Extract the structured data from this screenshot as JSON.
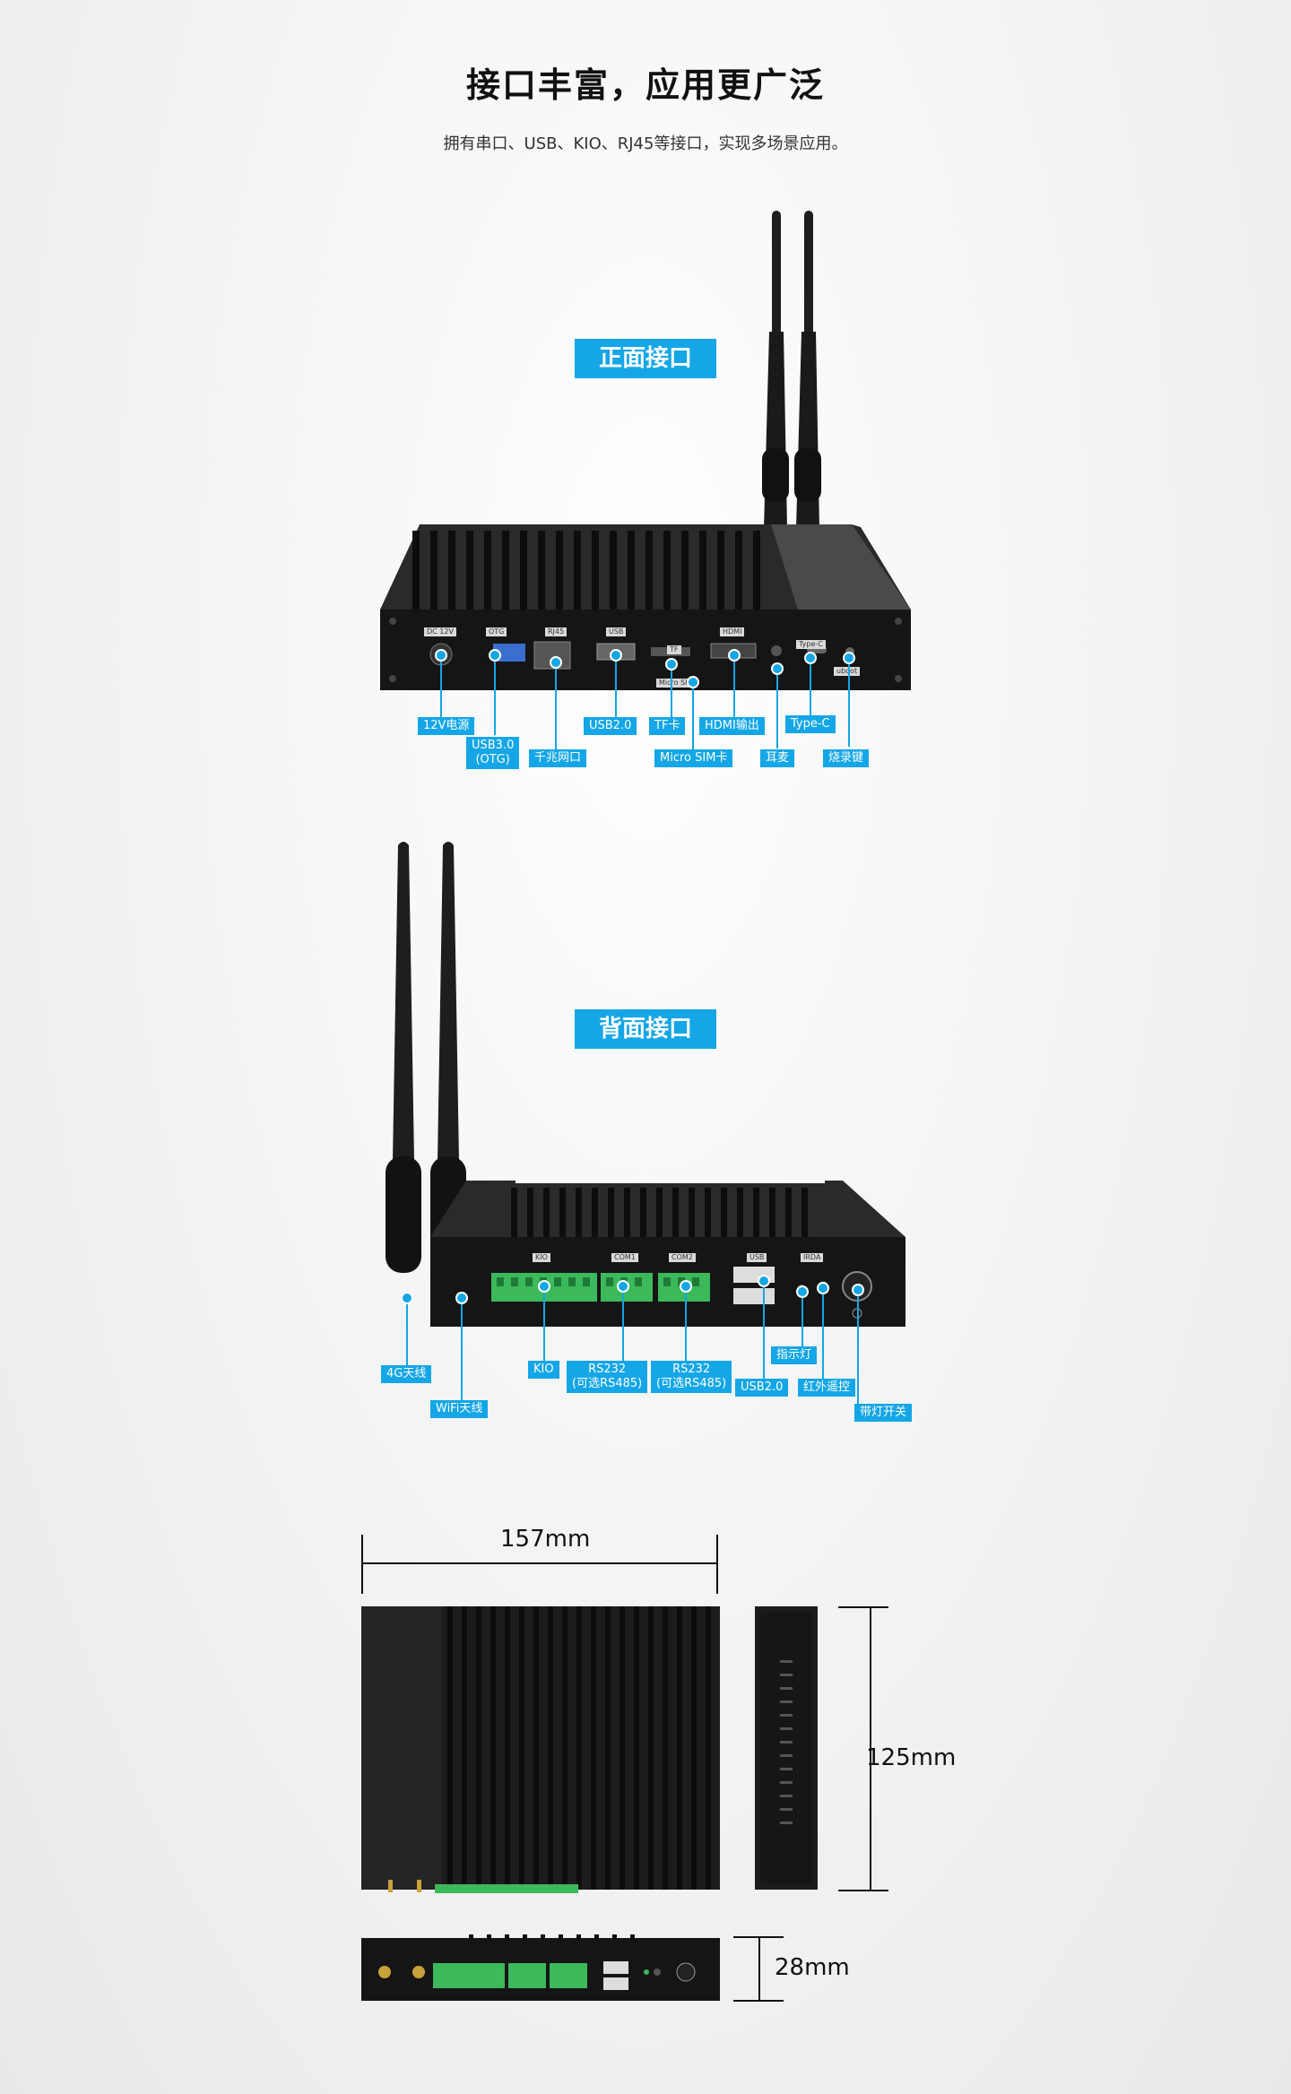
{
  "header": {
    "title": "接口丰富，应用更广泛",
    "subtitle": "拥有串口、USB、KIO、RJ45等接口，实现多场景应用。"
  },
  "front": {
    "section_label": "正面接口",
    "port_tags": [
      "DC 12V",
      "OTG",
      "RJ45",
      "USB",
      "TF",
      "Micro SIM",
      "HDMI",
      "Type-C",
      "uboot"
    ],
    "labels": {
      "power": "12V电源",
      "usb3": "USB3.0\n(OTG)",
      "ethernet": "千兆网口",
      "usb2": "USB2.0",
      "tf": "TF卡",
      "sim": "Micro SIM卡",
      "hdmi": "HDMI输出",
      "earphone": "耳麦",
      "typec": "Type-C",
      "burn": "烧录键"
    }
  },
  "back": {
    "section_label": "背面接口",
    "port_tags": [
      "KIO",
      "COM1",
      "COM2",
      "USB",
      "IRDA"
    ],
    "labels": {
      "ant4g": "4G天线",
      "wifi": "WiFi天线",
      "kio": "KIO",
      "rs232a": "RS232\n(可选RS485)",
      "rs232b": "RS232\n(可选RS485)",
      "usb2": "USB2.0",
      "indicator": "指示灯",
      "ir": "红外遥控",
      "power_switch": "带灯开关"
    }
  },
  "dimensions": {
    "width": "157mm",
    "depth": "125mm",
    "height": "28mm"
  },
  "colors": {
    "accent": "#14a6e6",
    "device": "#1b1b1b",
    "terminal": "#3cb95b"
  }
}
